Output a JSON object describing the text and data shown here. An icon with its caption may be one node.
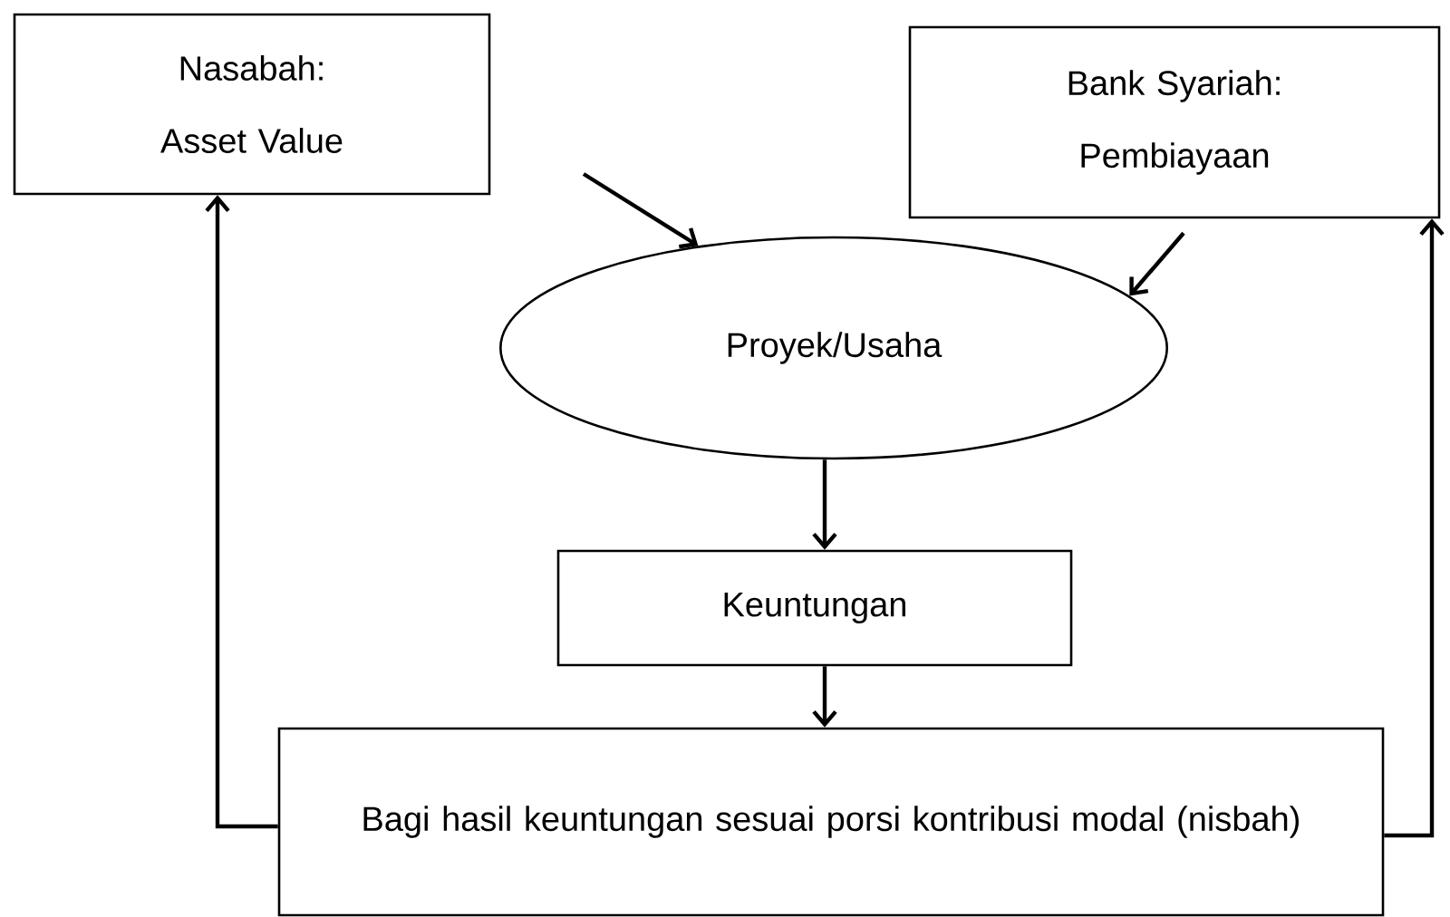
{
  "diagram": {
    "nodes": [
      {
        "text": [
          "Nasabah: Asset Value"
        ]
      },
      {
        "text": [
          "Bank Syariah: Pembiayaan"
        ]
      },
      {
        "text": [
          "Proyek/Usaha"
        ]
      },
      {
        "text": [
          "Keuntungan"
        ]
      },
      {
        "text": [
          "Bagi hasil keuntungan sesuai porsi kontribusi modal (nisbah)"
        ]
      }
    ],
    "edges": [
      {
        "from": null,
        "to": 2,
        "arrow": "to"
      },
      {
        "from": 1,
        "to": 2,
        "arrow": "to"
      },
      {
        "from": 2,
        "to": 3,
        "arrow": "to"
      },
      {
        "from": 3,
        "to": 4,
        "arrow": "to"
      },
      {
        "from": 4,
        "to": 0,
        "arrow": "to"
      },
      {
        "from": 4,
        "to": 1,
        "arrow": "to"
      }
    ]
  }
}
